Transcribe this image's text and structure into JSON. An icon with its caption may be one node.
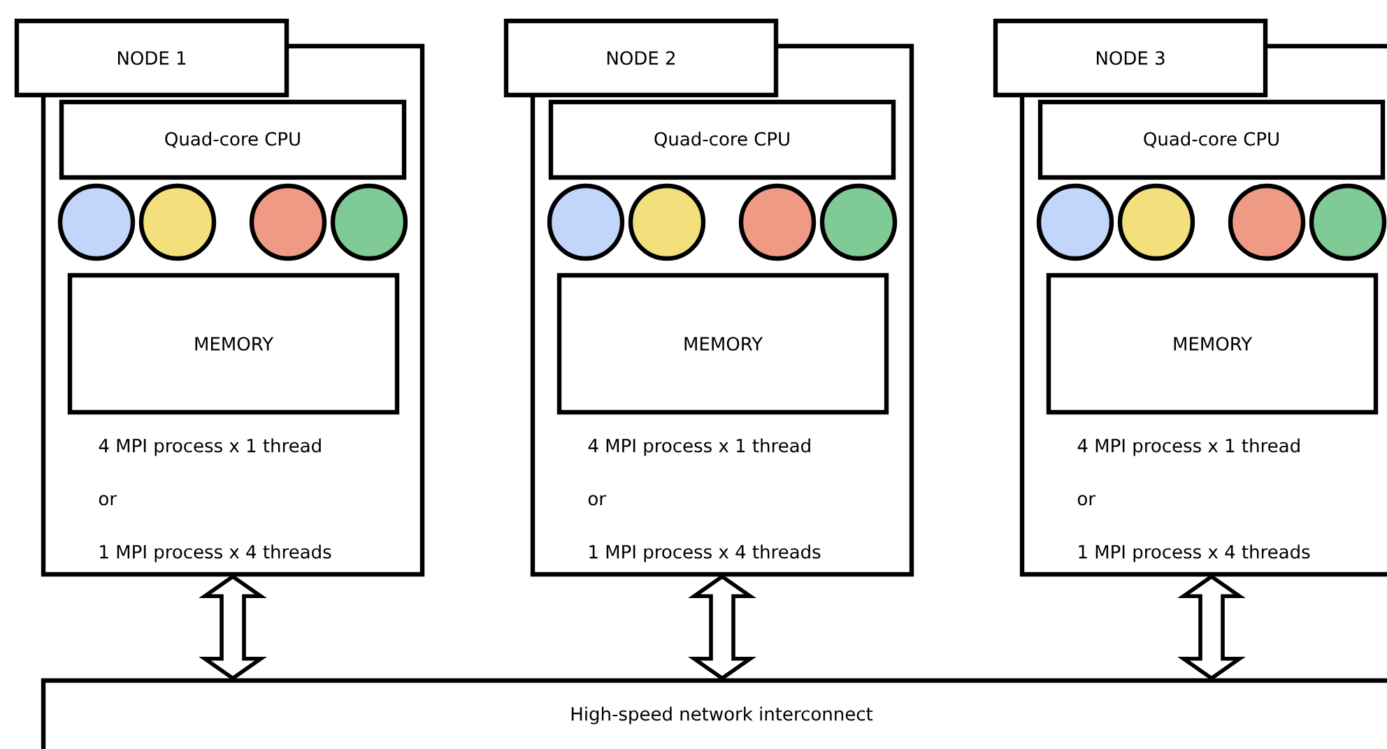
{
  "diagram": {
    "nodes": [
      {
        "text": [
          "NODE 1"
        ]
      },
      {
        "text": [
          "4 MPI process x 1 thread",
          "or",
          "1 MPI process x 4 threads"
        ]
      },
      {
        "text": [
          "Quad-core CPU"
        ],
        "in": 1
      },
      {
        "text": [],
        "shape": "circle",
        "in": 1
      },
      {
        "text": [],
        "shape": "circle",
        "in": 1
      },
      {
        "text": [],
        "shape": "circle",
        "in": 1
      },
      {
        "text": [],
        "shape": "circle",
        "in": 1
      },
      {
        "text": [
          "MEMORY"
        ],
        "in": 1
      },
      {
        "text": [
          "NODE 2"
        ]
      },
      {
        "text": [
          "4 MPI process x 1 thread",
          "or",
          "1 MPI process x 4 threads"
        ]
      },
      {
        "text": [
          "Quad-core CPU"
        ],
        "in": 9
      },
      {
        "text": [],
        "shape": "circle",
        "in": 9
      },
      {
        "text": [],
        "shape": "circle",
        "in": 9
      },
      {
        "text": [],
        "shape": "circle",
        "in": 9
      },
      {
        "text": [],
        "shape": "circle",
        "in": 9
      },
      {
        "text": [
          "MEMORY"
        ],
        "in": 9
      },
      {
        "text": [
          "NODE 3"
        ]
      },
      {
        "text": [
          "4 MPI process x 1 thread",
          "or",
          "1 MPI process x 4 threads"
        ]
      },
      {
        "text": [
          "Quad-core CPU"
        ],
        "in": 17
      },
      {
        "text": [],
        "shape": "circle",
        "in": 17
      },
      {
        "text": [],
        "shape": "circle",
        "in": 17
      },
      {
        "text": [],
        "shape": "circle",
        "in": 17
      },
      {
        "text": [],
        "shape": "circle",
        "in": 17
      },
      {
        "text": [
          "MEMORY"
        ],
        "in": 17
      },
      {
        "text": [
          "High-speed network interconnect"
        ]
      }
    ],
    "edges": [
      {
        "from": 1,
        "to": 24,
        "arrow": "both"
      },
      {
        "from": 9,
        "to": 24,
        "arrow": "both"
      },
      {
        "from": 17,
        "to": 24,
        "arrow": "both"
      }
    ]
  }
}
